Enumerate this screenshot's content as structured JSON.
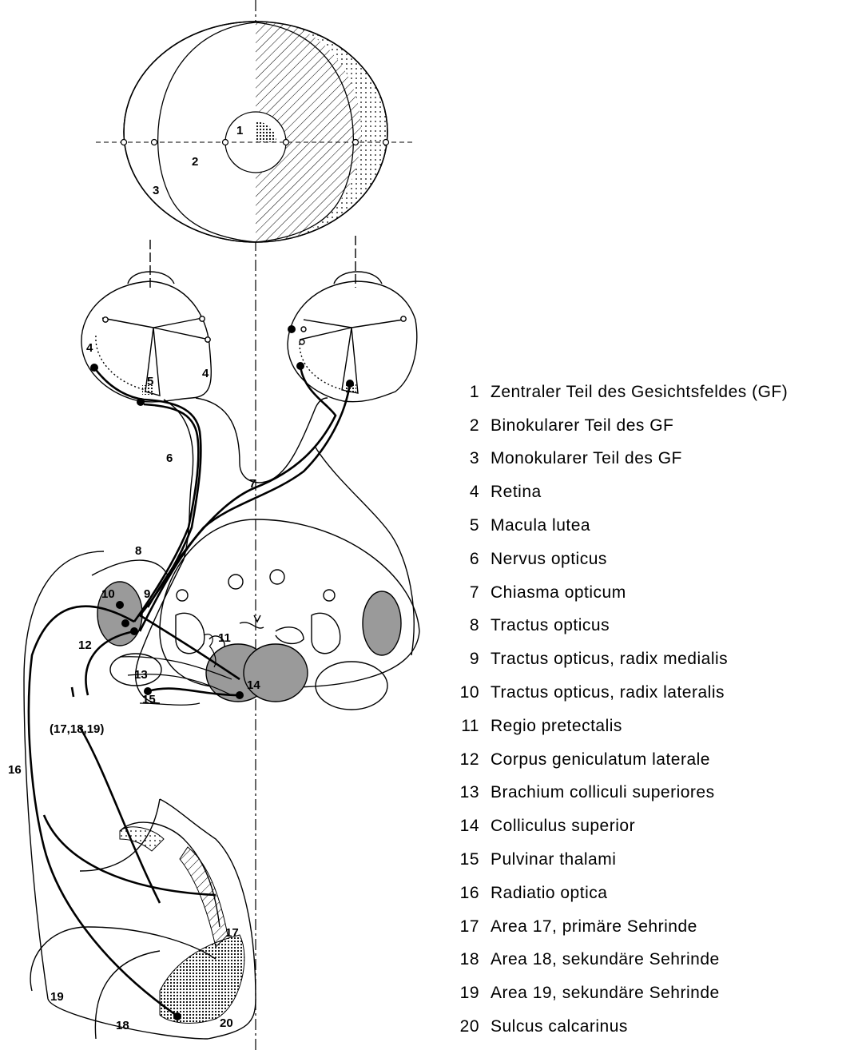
{
  "diagram_labels": {
    "1": "1",
    "2": "2",
    "3": "3",
    "4": "4",
    "5": "5",
    "6": "6",
    "7": "7",
    "8": "8",
    "9": "9",
    "10": "10",
    "11": "11",
    "12": "12",
    "13": "13",
    "14": "14",
    "15": "15",
    "16": "16",
    "17": "17",
    "18": "18",
    "19": "19",
    "20": "20",
    "projection": "(17,18,19)"
  },
  "legend": [
    {
      "num": "1",
      "text": "Zentraler Teil des Gesichtsfeldes (GF)"
    },
    {
      "num": "2",
      "text": "Binokularer Teil des GF"
    },
    {
      "num": "3",
      "text": "Monokularer Teil des GF"
    },
    {
      "num": "4",
      "text": "Retina"
    },
    {
      "num": "5",
      "text": "Macula lutea"
    },
    {
      "num": "6",
      "text": "Nervus opticus"
    },
    {
      "num": "7",
      "text": "Chiasma opticum"
    },
    {
      "num": "8",
      "text": "Tractus opticus"
    },
    {
      "num": "9",
      "text": "Tractus opticus, radix medialis"
    },
    {
      "num": "10",
      "text": "Tractus opticus, radix lateralis"
    },
    {
      "num": "11",
      "text": "Regio pretectalis"
    },
    {
      "num": "12",
      "text": "Corpus geniculatum laterale"
    },
    {
      "num": "13",
      "text": "Brachium colliculi superiores"
    },
    {
      "num": "14",
      "text": "Colliculus superior"
    },
    {
      "num": "15",
      "text": "Pulvinar thalami"
    },
    {
      "num": "16",
      "text": "Radiatio optica"
    },
    {
      "num": "17",
      "text": "Area 17, primäre Sehrinde"
    },
    {
      "num": "18",
      "text": "Area 18, sekundäre Sehrinde"
    },
    {
      "num": "19",
      "text": "Area 19, sekundäre Sehrinde"
    },
    {
      "num": "20",
      "text": "Sulcus calcarinus"
    }
  ],
  "colors": {
    "line": "#000000",
    "nucleus_fill": "#9a9a9a",
    "background": "#ffffff"
  }
}
